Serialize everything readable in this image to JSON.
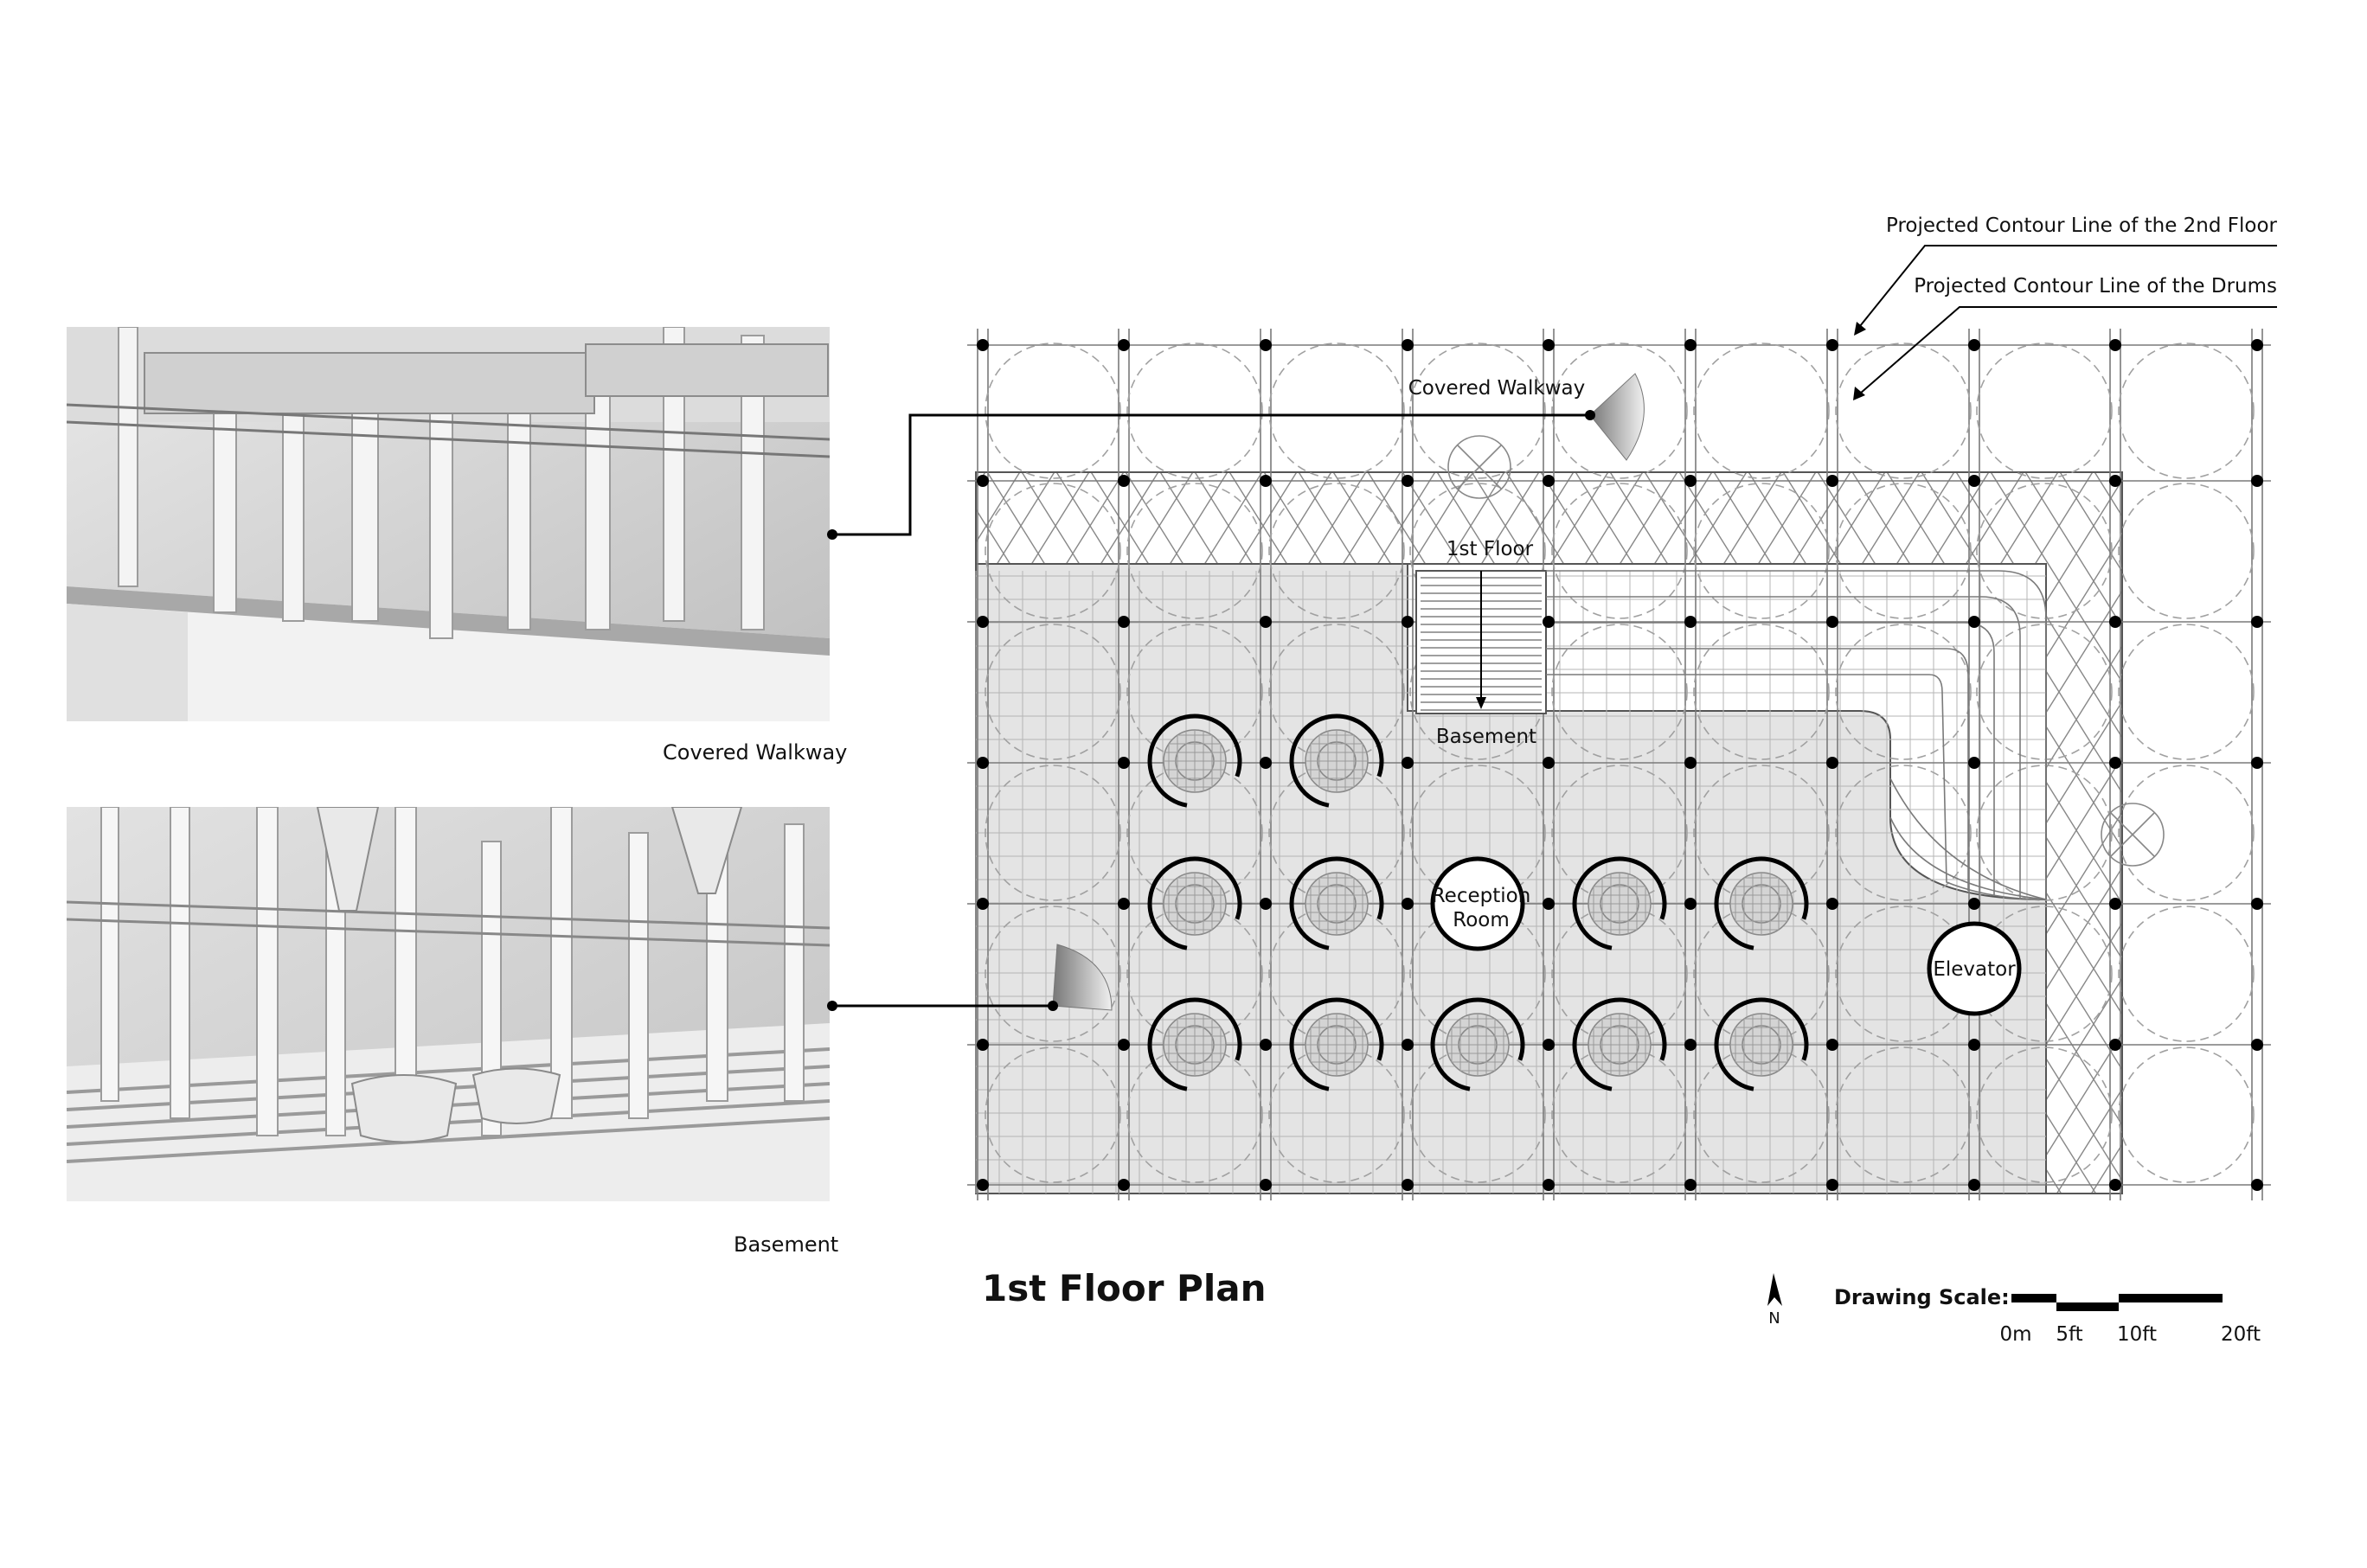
{
  "photos": {
    "top_caption": "Covered Walkway",
    "bottom_caption": "Basement"
  },
  "plan": {
    "title": "1st Floor Plan",
    "labels": {
      "covered_walkway": "Covered Walkway",
      "first_floor": "1st Floor",
      "basement": "Basement",
      "reception_line1": "Reception",
      "reception_line2": "Room",
      "elevator": "Elevator"
    },
    "annotations": {
      "second_floor_contour": "Projected Contour Line of the 2nd Floor",
      "drums_contour": "Projected Contour Line of the  Drums"
    }
  },
  "north": {
    "label": "N"
  },
  "scale": {
    "title": "Drawing Scale:",
    "ticks": [
      "0m",
      "5ft",
      "10ft",
      "20ft"
    ]
  },
  "colors": {
    "shaded_area": "#e4e4e4",
    "grid_line": "#9a9a9a",
    "column_dot": "#000000"
  }
}
